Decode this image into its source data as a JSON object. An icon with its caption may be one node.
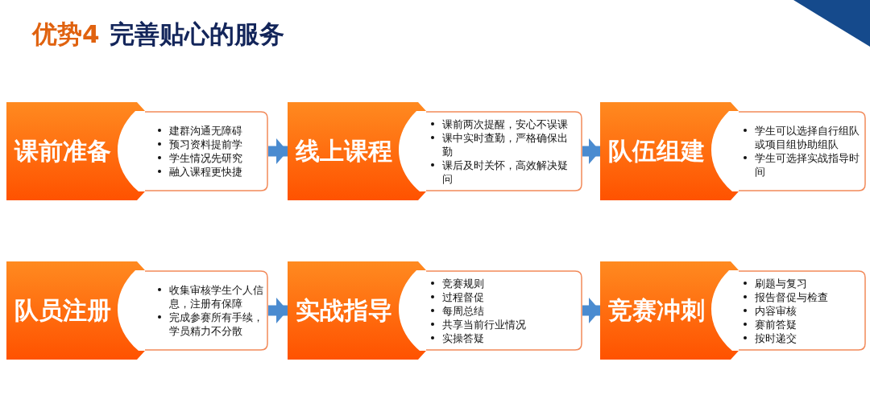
{
  "diagram": {
    "title": "完善贴心的服务",
    "labels": [
      "优势4"
    ],
    "nodes": [
      {
        "text": [
          "课前准备"
        ]
      },
      {
        "text": [
          "建群沟通无障碍",
          "预习资料提前学",
          "学生情况先研究",
          "融入课程更快捷"
        ]
      },
      {
        "text": [
          "线上课程"
        ]
      },
      {
        "text": [
          "课前两次提醒，安心不误课",
          "课中实时查勤，严格确保出勤",
          "课后及时关怀，高效解决疑问"
        ]
      },
      {
        "text": [
          "队伍组建"
        ]
      },
      {
        "text": [
          "学生可以选择自行组队或项目组协助组队",
          "学生可选择实战指导时间"
        ]
      },
      {
        "text": [
          "队员注册"
        ]
      },
      {
        "text": [
          "收集审核学生个人信息，注册有保障",
          "完成参赛所有手续，学员精力不分散"
        ]
      },
      {
        "text": [
          "实战指导"
        ]
      },
      {
        "text": [
          "竞赛规则",
          "过程督促",
          "每周总结",
          "共享当前行业情况",
          "实操答疑"
        ]
      },
      {
        "text": [
          "竞赛冲刺"
        ]
      },
      {
        "text": [
          "刷题与复习",
          "报告督促与检查",
          "内容审核",
          "赛前答疑",
          "按时递交"
        ]
      }
    ],
    "edges": [
      {
        "from": 1,
        "to": 2,
        "arrow": "to"
      },
      {
        "from": 3,
        "to": 4,
        "arrow": "to"
      },
      {
        "from": 7,
        "to": 8,
        "arrow": "to"
      },
      {
        "from": 9,
        "to": 10,
        "arrow": "to"
      }
    ]
  }
}
